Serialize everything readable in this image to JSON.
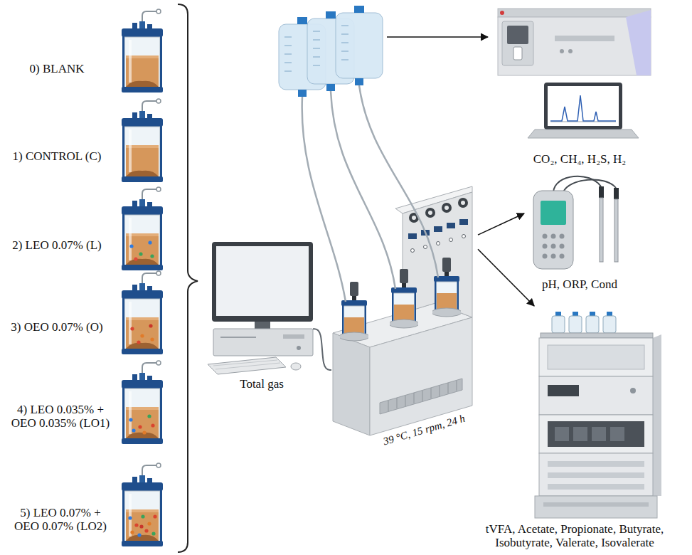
{
  "diagram": {
    "nodes": [
      {
        "text": [
          "0) BLANK"
        ]
      },
      {
        "text": [
          "1) CONTROL (C)"
        ]
      },
      {
        "text": [
          "2) LEO 0.07% (L)"
        ]
      },
      {
        "text": [
          "3) OEO 0.07% (O)"
        ]
      },
      {
        "text": [
          "4) LEO 0.035% + OEO 0.035% (LO1)"
        ]
      },
      {
        "text": [
          "5) LEO 0.07% + OEO 0.07% (LO2)"
        ]
      },
      {
        "text": [
          "Total gas"
        ]
      },
      {
        "text": [
          "39 °C, 15 rpm, 24 h"
        ]
      },
      {
        "text": [
          "CO₂, CH₄, H₂S, H₂"
        ]
      },
      {
        "text": [
          "pH, ORP, Cond"
        ]
      },
      {
        "text": [
          "tVFA, Acetate, Propionate, Butyrate, Isobutyrate, Valerate, Isovalerate"
        ]
      }
    ],
    "edges": [
      {
        "from": 6,
        "to": 7,
        "arrow": "none"
      },
      {
        "from": 7,
        "to": 9,
        "arrow": "to"
      },
      {
        "from": 7,
        "to": 10,
        "arrow": "to"
      }
    ]
  }
}
